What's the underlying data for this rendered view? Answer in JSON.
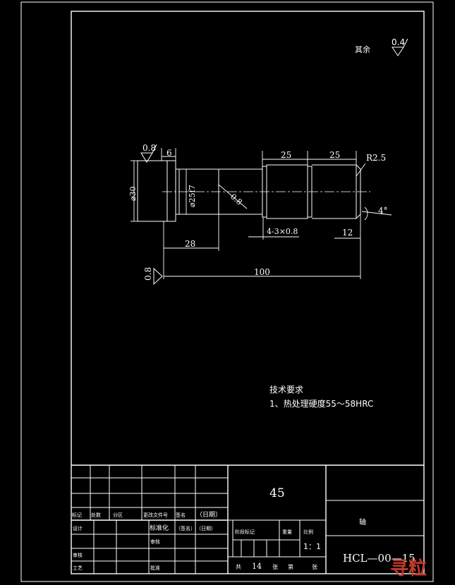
{
  "roughness": {
    "other_label": "其余",
    "other_value": "0.4",
    "left_face": "0.8",
    "shaft_face": "0.8",
    "bottom": "0.8"
  },
  "dimensions": {
    "d_30": "⌀30",
    "d_25f7": "⌀25f7",
    "len_6": "6",
    "len_25a": "25",
    "len_25b": "25",
    "radius": "R2.5",
    "angle": "4°",
    "grooves": "4-3×0.8",
    "len_12": "12",
    "len_28": "28",
    "len_100": "100"
  },
  "tech": {
    "title": "技术要求",
    "line1": "1、热处理硬度55～58HRC"
  },
  "title_block": {
    "material": "45",
    "part_name": "轴",
    "drawing_no": "HCL—00—15",
    "scale": "1：1",
    "labels": {
      "mark": "标记",
      "count": "处数",
      "zone": "分区",
      "change_doc": "更改文件号",
      "signature": "签名",
      "date": "（日期）",
      "design": "设计",
      "standardize": "标准化",
      "sign_paren": "（签名）",
      "date_paren": "（日期）",
      "review": "审核",
      "process": "工艺",
      "approve": "批准",
      "stage_mark": "阶段标记",
      "weight": "重量",
      "ratio": "比例",
      "total": "共",
      "sheets_total": "14",
      "sheets": "张",
      "sheet_no": "第",
      "sheet": "张"
    }
  },
  "watermark": "寻粒"
}
